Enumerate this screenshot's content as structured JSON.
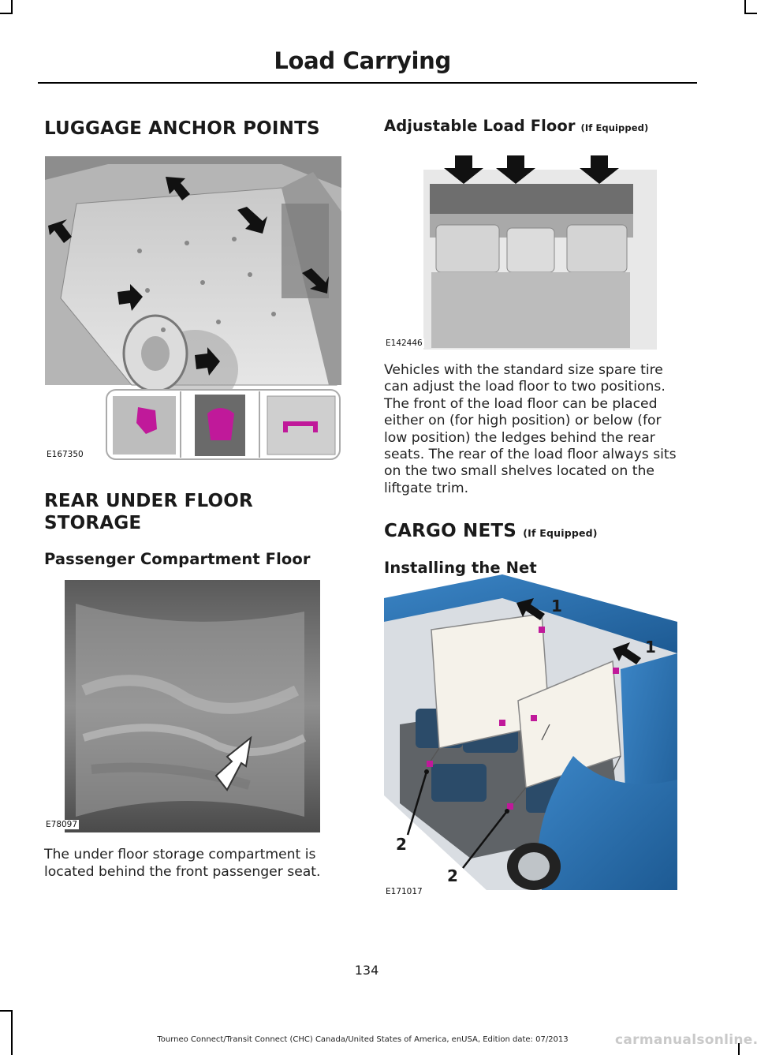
{
  "header": {
    "title": "Load Carrying"
  },
  "left_column": {
    "luggage_heading": "LUGGAGE ANCHOR POINTS",
    "luggage_fig_code": "E167350",
    "storage_heading_line1": "REAR UNDER FLOOR",
    "storage_heading_line2": "STORAGE",
    "passenger_subheading": "Passenger Compartment Floor",
    "passenger_fig_code": "E78097",
    "storage_text_line1": "The under floor storage compartment is",
    "storage_text_line2": "located behind the front passenger seat."
  },
  "right_column": {
    "load_floor_heading": "Adjustable Load Floor",
    "load_floor_qualifier": "(If Equipped)",
    "load_floor_fig_code": "E142446",
    "load_floor_text": [
      "Vehicles with the standard size spare tire",
      "can adjust the load floor to two positions.",
      "The front of the load floor can be placed",
      "either on (for high position) or below (for",
      "low position) the ledges behind the rear",
      "seats. The rear of the load floor always sits",
      "on the two small shelves located on the",
      "liftgate trim."
    ],
    "cargo_heading": "CARGO NETS",
    "cargo_qualifier": "(If Equipped)",
    "installing_subheading": "Installing the Net",
    "net_callout_1": "1",
    "net_callout_2": "2",
    "net_fig_code": "E171017"
  },
  "page_number": "134",
  "footer_text": "Tourneo Connect/Transit Connect (CHC) Canada/United States of America, enUSA, Edition date: 07/2013",
  "watermark": "carmanualsonline.info",
  "colors": {
    "highlight_magenta": "#c0199a",
    "vehicle_blue": "#2a6fb0"
  }
}
